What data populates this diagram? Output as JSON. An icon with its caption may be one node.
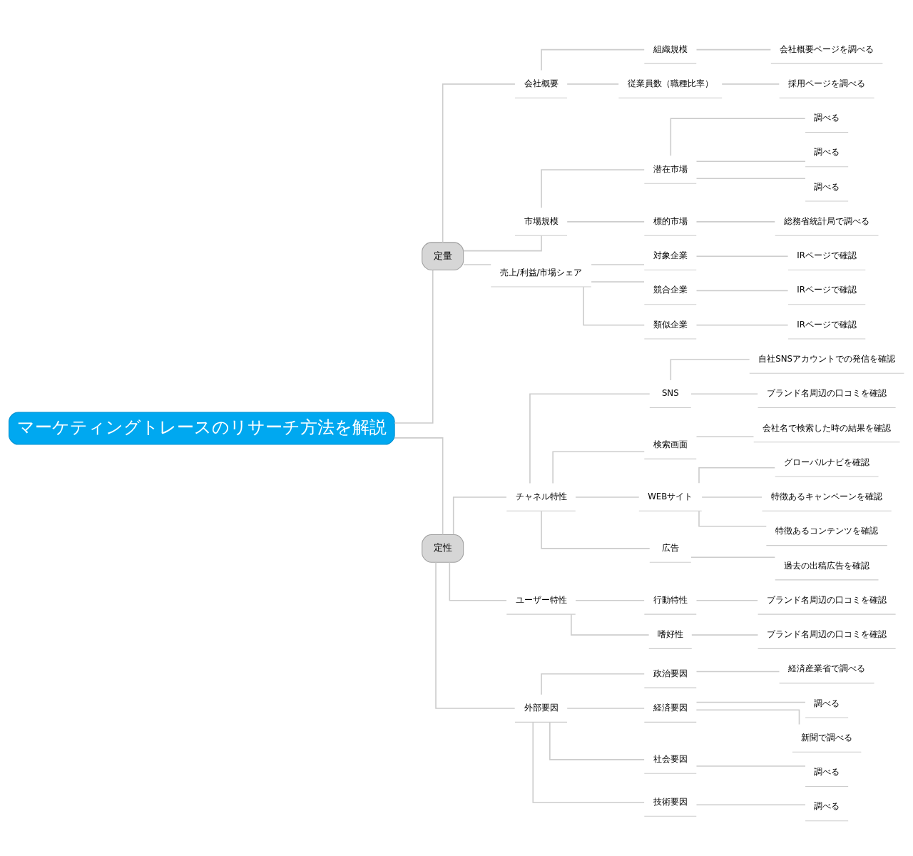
{
  "diagram": {
    "nodes": [
      {
        "text": [
          "マーケティングトレースのリサーチ方法を解説"
        ]
      },
      {
        "text": [
          "定量"
        ]
      },
      {
        "text": [
          "会社概要"
        ]
      },
      {
        "text": [
          "組織規模"
        ]
      },
      {
        "text": [
          "会社概要ページを調べる"
        ]
      },
      {
        "text": [
          "従業員数（職種比率）"
        ]
      },
      {
        "text": [
          "採用ページを調べる"
        ]
      },
      {
        "text": [
          "市場規模"
        ]
      },
      {
        "text": [
          "潜在市場"
        ]
      },
      {
        "text": [
          "調べる"
        ]
      },
      {
        "text": [
          "調べる"
        ]
      },
      {
        "text": [
          "調べる"
        ]
      },
      {
        "text": [
          "標的市場"
        ]
      },
      {
        "text": [
          "総務省統計局で調べる"
        ]
      },
      {
        "text": [
          "売上/利益/市場シェア"
        ]
      },
      {
        "text": [
          "対象企業"
        ]
      },
      {
        "text": [
          "IRページで確認"
        ]
      },
      {
        "text": [
          "競合企業"
        ]
      },
      {
        "text": [
          "IRページで確認"
        ]
      },
      {
        "text": [
          "類似企業"
        ]
      },
      {
        "text": [
          "IRページで確認"
        ]
      },
      {
        "text": [
          "定性"
        ]
      },
      {
        "text": [
          "チャネル特性"
        ]
      },
      {
        "text": [
          "SNS"
        ]
      },
      {
        "text": [
          "自社SNSアカウントでの発信を確認"
        ]
      },
      {
        "text": [
          "ブランド名周辺の口コミを確認"
        ]
      },
      {
        "text": [
          "検索画面"
        ]
      },
      {
        "text": [
          "会社名で検索した時の結果を確認"
        ]
      },
      {
        "text": [
          "WEBサイト"
        ]
      },
      {
        "text": [
          "グローバルナビを確認"
        ]
      },
      {
        "text": [
          "特徴あるキャンペーンを確認"
        ]
      },
      {
        "text": [
          "特徴あるコンテンツを確認"
        ]
      },
      {
        "text": [
          "広告"
        ]
      },
      {
        "text": [
          "過去の出稿広告を確認"
        ]
      },
      {
        "text": [
          "ユーザー特性"
        ]
      },
      {
        "text": [
          "行動特性"
        ]
      },
      {
        "text": [
          "ブランド名周辺の口コミを確認"
        ]
      },
      {
        "text": [
          "嗜好性"
        ]
      },
      {
        "text": [
          "ブランド名周辺の口コミを確認"
        ]
      },
      {
        "text": [
          "外部要因"
        ]
      },
      {
        "text": [
          "政治要因"
        ]
      },
      {
        "text": [
          "経済産業省で調べる"
        ]
      },
      {
        "text": [
          "経済要因"
        ]
      },
      {
        "text": [
          "調べる"
        ]
      },
      {
        "text": [
          "新聞で調べる"
        ]
      },
      {
        "text": [
          "社会要因"
        ]
      },
      {
        "text": [
          "調べる"
        ]
      },
      {
        "text": [
          "技術要因"
        ]
      },
      {
        "text": [
          "調べる"
        ]
      }
    ],
    "edges": [
      {
        "from": 0,
        "to": 1,
        "arrow": "none"
      },
      {
        "from": 0,
        "to": 21,
        "arrow": "none"
      },
      {
        "from": 1,
        "to": 2,
        "arrow": "none"
      },
      {
        "from": 1,
        "to": 7,
        "arrow": "none"
      },
      {
        "from": 1,
        "to": 14,
        "arrow": "none"
      },
      {
        "from": 2,
        "to": 3,
        "arrow": "none"
      },
      {
        "from": 3,
        "to": 4,
        "arrow": "none"
      },
      {
        "from": 2,
        "to": 5,
        "arrow": "none"
      },
      {
        "from": 5,
        "to": 6,
        "arrow": "none"
      },
      {
        "from": 7,
        "to": 8,
        "arrow": "none"
      },
      {
        "from": 8,
        "to": 9,
        "arrow": "none"
      },
      {
        "from": 8,
        "to": 10,
        "arrow": "none"
      },
      {
        "from": 8,
        "to": 11,
        "arrow": "none"
      },
      {
        "from": 7,
        "to": 12,
        "arrow": "none"
      },
      {
        "from": 12,
        "to": 13,
        "arrow": "none"
      },
      {
        "from": 14,
        "to": 15,
        "arrow": "none"
      },
      {
        "from": 15,
        "to": 16,
        "arrow": "none"
      },
      {
        "from": 14,
        "to": 17,
        "arrow": "none"
      },
      {
        "from": 17,
        "to": 18,
        "arrow": "none"
      },
      {
        "from": 14,
        "to": 19,
        "arrow": "none"
      },
      {
        "from": 19,
        "to": 20,
        "arrow": "none"
      },
      {
        "from": 21,
        "to": 22,
        "arrow": "none"
      },
      {
        "from": 22,
        "to": 23,
        "arrow": "none"
      },
      {
        "from": 23,
        "to": 24,
        "arrow": "none"
      },
      {
        "from": 23,
        "to": 25,
        "arrow": "none"
      },
      {
        "from": 22,
        "to": 26,
        "arrow": "none"
      },
      {
        "from": 26,
        "to": 27,
        "arrow": "none"
      },
      {
        "from": 22,
        "to": 28,
        "arrow": "none"
      },
      {
        "from": 28,
        "to": 29,
        "arrow": "none"
      },
      {
        "from": 28,
        "to": 30,
        "arrow": "none"
      },
      {
        "from": 28,
        "to": 31,
        "arrow": "none"
      },
      {
        "from": 22,
        "to": 32,
        "arrow": "none"
      },
      {
        "from": 32,
        "to": 33,
        "arrow": "none"
      },
      {
        "from": 21,
        "to": 34,
        "arrow": "none"
      },
      {
        "from": 34,
        "to": 35,
        "arrow": "none"
      },
      {
        "from": 35,
        "to": 36,
        "arrow": "none"
      },
      {
        "from": 34,
        "to": 37,
        "arrow": "none"
      },
      {
        "from": 37,
        "to": 38,
        "arrow": "none"
      },
      {
        "from": 21,
        "to": 39,
        "arrow": "none"
      },
      {
        "from": 39,
        "to": 40,
        "arrow": "none"
      },
      {
        "from": 40,
        "to": 41,
        "arrow": "none"
      },
      {
        "from": 39,
        "to": 42,
        "arrow": "none"
      },
      {
        "from": 42,
        "to": 43,
        "arrow": "none"
      },
      {
        "from": 42,
        "to": 44,
        "arrow": "none"
      },
      {
        "from": 39,
        "to": 45,
        "arrow": "none"
      },
      {
        "from": 45,
        "to": 46,
        "arrow": "none"
      },
      {
        "from": 39,
        "to": 47,
        "arrow": "none"
      },
      {
        "from": 47,
        "to": 48,
        "arrow": "none"
      }
    ]
  }
}
